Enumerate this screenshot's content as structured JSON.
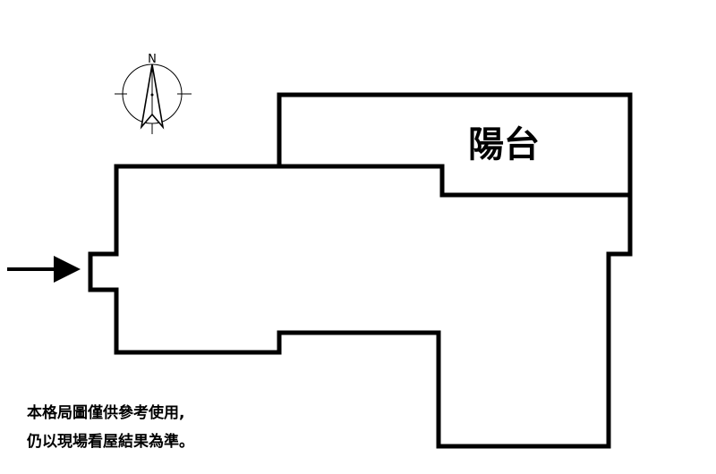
{
  "compass": {
    "north_label": "N",
    "icon": "compass-icon"
  },
  "rooms": {
    "balcony_label": "陽台"
  },
  "entrance": {
    "icon": "arrow-right-icon"
  },
  "disclaimer": {
    "line1": "本格局圖僅供參考使用,",
    "line2": "仍以現場看屋結果為準。"
  },
  "colors": {
    "wall": "#000000",
    "background": "#ffffff"
  }
}
